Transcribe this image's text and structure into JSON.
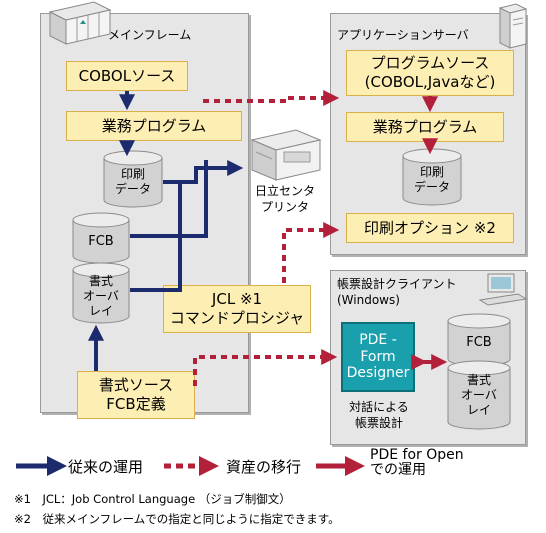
{
  "panels": {
    "mainframe": {
      "title": "メインフレーム"
    },
    "appserver": {
      "title": "アプリケーションサーバ"
    },
    "client": {
      "title": "帳票設計クライアント\n(Windows)"
    }
  },
  "mainframe": {
    "cobol_source": "COBOLソース",
    "business_program": "業務プログラム",
    "print_data": "印刷\nデータ",
    "fcb": "FCB",
    "format_overlay": "書式\nオーバ\nレイ",
    "format_source_line1": "書式ソース",
    "format_source_line2": "FCB定義"
  },
  "appserver": {
    "program_source_line1": "プログラムソース",
    "program_source_line2": "(COBOL,Javaなど)",
    "business_program": "業務プログラム",
    "print_data": "印刷\nデータ",
    "print_option": "印刷オプション ※2"
  },
  "center": {
    "printer_label": "日立センタ\nプリンタ",
    "jcl_line1": "JCL ※1",
    "jcl_line2": "コマンドプロシジャ"
  },
  "client": {
    "pde_line1": "PDE -",
    "pde_line2": "Form",
    "pde_line3": "Designer",
    "fcb": "FCB",
    "format_overlay": "書式\nオーバ\nレイ",
    "interactive_label": "対話による\n帳票設計"
  },
  "legend": {
    "conventional": "従来の運用",
    "migration": "資産の移行",
    "pde_operation": "PDE for Open\nでの運用"
  },
  "notes": {
    "note1": "※1　JCL：Job Control Language （ジョブ制御文）",
    "note2": "※2　従来メインフレームでの指定と同じように指定できます。"
  },
  "colors": {
    "navy_arrow": "#1c2a6e",
    "crimson_arrow": "#b3203a",
    "dotted_arrow": "#b3203a",
    "box_fill": "#fdeeb3",
    "pde_fill": "#1aa0ad"
  }
}
